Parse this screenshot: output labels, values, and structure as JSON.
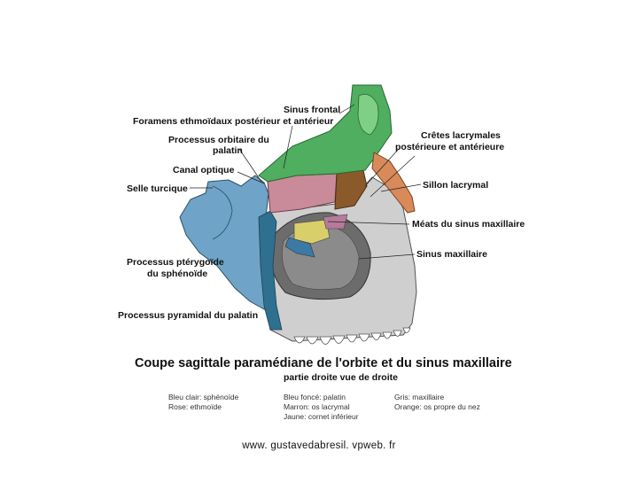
{
  "labels": {
    "sinus_frontal": "Sinus frontal",
    "foramens": "Foramens ethmoïdaux  postérieur et antérieur",
    "processus_orbitaire_1": "Processus orbitaire du",
    "processus_orbitaire_2": "palatin",
    "canal_optique": "Canal optique",
    "selle_turcique": "Selle turcique",
    "cretes_1": "Crêtes lacrymales",
    "cretes_2": "postérieure et antérieure",
    "sillon_lacrymal": "Sillon lacrymal",
    "meats": "Méats du sinus maxillaire",
    "sinus_maxillaire": "Sinus maxillaire",
    "pterygoide_1": "Processus ptérygoïde",
    "pterygoide_2": "du sphénoïde",
    "pyramidal": "Processus pyramidal du palatin"
  },
  "title": "Coupe sagittale paramédiane de l'orbite et du sinus maxillaire",
  "subtitle": "partie droite vue de droite",
  "legend": {
    "col1": [
      "Bleu clair: sphénoïde",
      "Rose: ethmoïde"
    ],
    "col2": [
      "Bleu foncé: palatin",
      "Marron: os lacrymal",
      "Jaune: cornet inférieur"
    ],
    "col3": [
      "Gris: maxillaire",
      "Orange: os propre du nez"
    ]
  },
  "footer": "www. gustavedabresil. vpweb. fr",
  "colors": {
    "sphenoide": "#6fa3c7",
    "ethmoide": "#c98a9a",
    "palatin": "#2f6f8f",
    "lacrymal": "#8a5a2b",
    "cornet": "#d9cf6a",
    "maxillaire": "#c9c9c9",
    "nez": "#d88a5a",
    "frontal": "#4fae5f"
  }
}
